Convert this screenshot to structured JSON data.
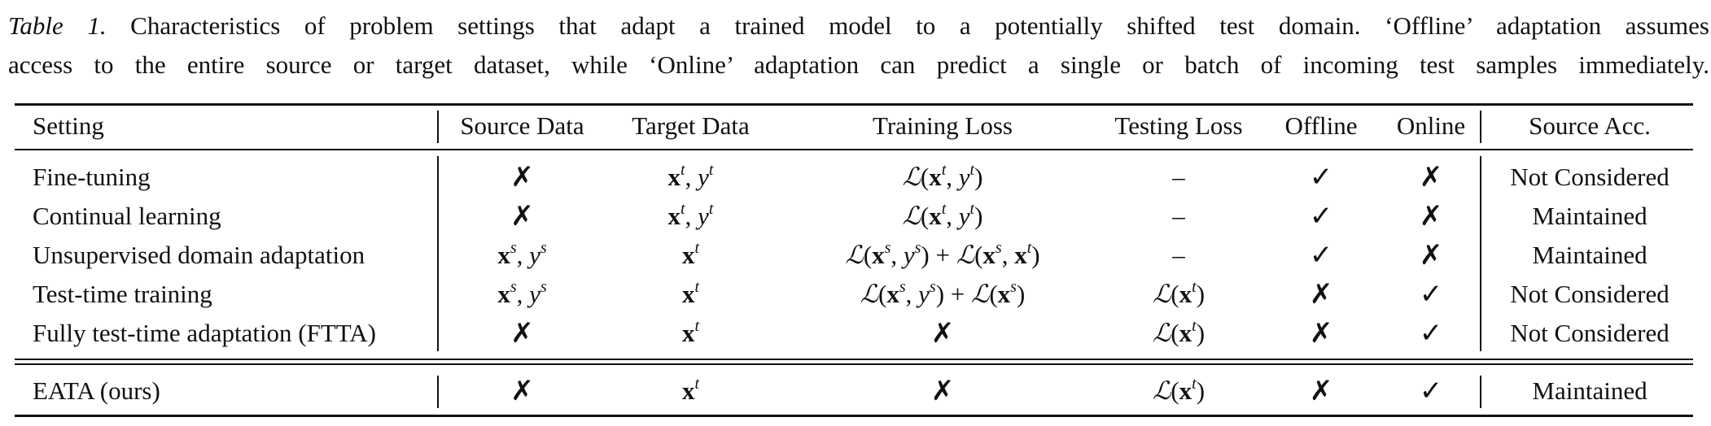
{
  "caption": {
    "label": "Table 1.",
    "line1": " Characteristics of problem settings that adapt a trained model to a potentially shifted test domain. ‘Offline’ adaptation assumes",
    "line2": "access to the entire source or target dataset, while ‘Online’ adaptation can predict a single or batch of incoming test samples immediately."
  },
  "table": {
    "headers": [
      "Setting",
      "Source Data",
      "Target Data",
      "Training Loss",
      "Testing Loss",
      "Offline",
      "Online",
      "Source Acc."
    ],
    "rows": [
      {
        "setting": "Fine-tuning",
        "source": "✗",
        "target": "xt,yt",
        "train": "L(xt,yt)",
        "test": "–",
        "offline": "✓",
        "online": "✗",
        "acc": "Not Considered"
      },
      {
        "setting": "Continual learning",
        "source": "✗",
        "target": "xt,yt",
        "train": "L(xt,yt)",
        "test": "–",
        "offline": "✓",
        "online": "✗",
        "acc": "Maintained"
      },
      {
        "setting": "Unsupervised domain adaptation",
        "source": "xs,ys",
        "target": "xt",
        "train": "L(xs,ys)+L(xs,xt)",
        "test": "–",
        "offline": "✓",
        "online": "✗",
        "acc": "Maintained"
      },
      {
        "setting": "Test-time training",
        "source": "xs,ys",
        "target": "xt",
        "train": "L(xs,ys)+L(xs)",
        "test": "L(xt)",
        "offline": "✗",
        "online": "✓",
        "acc": "Not Considered"
      },
      {
        "setting": "Fully test-time adaptation (FTTA)",
        "source": "✗",
        "target": "xt",
        "train": "✗",
        "test": "L(xt)",
        "offline": "✗",
        "online": "✓",
        "acc": "Not Considered"
      }
    ],
    "ours": {
      "setting": "EATA (ours)",
      "source": "✗",
      "target": "xt",
      "train": "✗",
      "test": "L(xt)",
      "offline": "✗",
      "online": "✓",
      "acc": "Maintained"
    }
  }
}
